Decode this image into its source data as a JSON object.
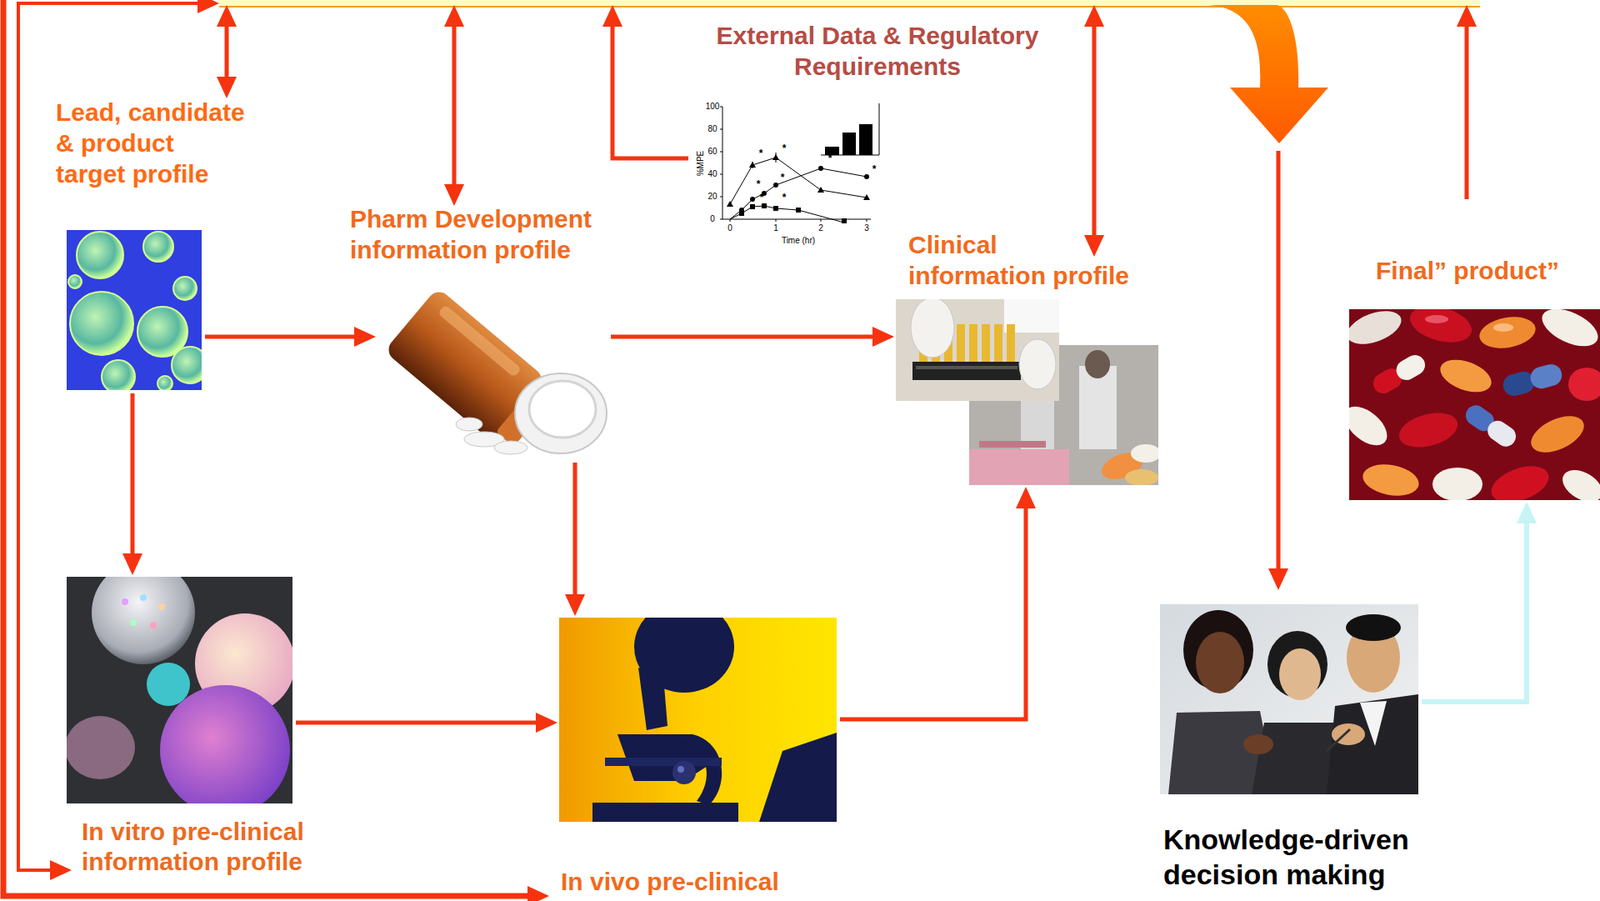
{
  "diagram": {
    "nodes": [
      {
        "text": [
          "Lead, candidate & product target profile"
        ]
      },
      {
        "text": [
          "Pharm Development information profile"
        ]
      },
      {
        "text": [
          "External Data & Regulatory Requirements"
        ]
      },
      {
        "text": [
          "Clinical information profile"
        ]
      },
      {
        "text": [
          "In vitro pre-clinical information profile"
        ]
      },
      {
        "text": [
          "In vivo pre-clinical"
        ]
      },
      {
        "text": [
          "Knowledge-driven decision making"
        ]
      },
      {
        "text": [
          "Final” product”"
        ]
      }
    ],
    "edges": [
      {
        "from": 0,
        "to": 1,
        "arrow": "to"
      },
      {
        "from": 0,
        "to": 4,
        "arrow": "to"
      },
      {
        "from": 1,
        "to": 3,
        "arrow": "to"
      },
      {
        "from": 1,
        "to": 5,
        "arrow": "to"
      },
      {
        "from": 4,
        "to": 5,
        "arrow": "to"
      },
      {
        "from": 5,
        "to": 3,
        "arrow": "to"
      },
      {
        "from": 6,
        "to": 7,
        "arrow": "to"
      }
    ],
    "labels": [
      "100",
      "80",
      "60",
      "40",
      "20",
      "0",
      "%MPE",
      "0",
      "1",
      "2",
      "3",
      "Time (hr)",
      "*",
      "*",
      "*",
      "*",
      "*",
      "*",
      "*",
      "*"
    ]
  }
}
